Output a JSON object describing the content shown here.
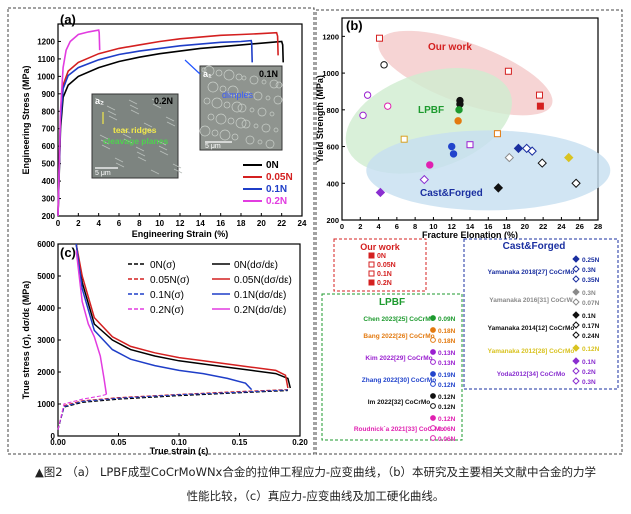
{
  "colors": {
    "c0": "#000000",
    "c005": "#d42020",
    "c01": "#1f3ec8",
    "c02": "#e23ce0",
    "workEllipse": "#f3c6c6",
    "lpbfEllipse": "#cfeccf",
    "castEllipse": "#c6def0"
  },
  "chart_data": [
    {
      "type": "line",
      "panel_label": "(a)",
      "xlabel": "Engineering Strain (%)",
      "ylabel": "Engineering Stress (MPa)",
      "xlim": [
        0,
        24
      ],
      "ylim": [
        200,
        1300
      ],
      "xticks": [
        "0",
        "2",
        "4",
        "6",
        "8",
        "10",
        "12",
        "14",
        "16",
        "18",
        "20",
        "22",
        "24"
      ],
      "yticks": [
        "200",
        "300",
        "400",
        "500",
        "600",
        "700",
        "800",
        "900",
        "1000",
        "1100",
        "1200"
      ],
      "legend": [
        "0N",
        "0.05N",
        "0.1N",
        "0.2N"
      ],
      "series": [
        {
          "name": "0N",
          "x": [
            0,
            0.25,
            0.5,
            1,
            2,
            4,
            6,
            8,
            10,
            12,
            14,
            16,
            18,
            20,
            21,
            22,
            22.1,
            22.15
          ],
          "y": [
            200,
            700,
            880,
            950,
            1000,
            1050,
            1085,
            1110,
            1130,
            1145,
            1160,
            1170,
            1180,
            1190,
            1195,
            1200,
            1180,
            1080
          ]
        },
        {
          "name": "0.05N",
          "x": [
            0,
            0.25,
            0.5,
            1,
            2,
            4,
            6,
            8,
            10,
            12,
            14,
            16,
            18,
            20,
            21.5,
            21.6,
            21.65
          ],
          "y": [
            200,
            760,
            950,
            1030,
            1080,
            1130,
            1160,
            1180,
            1200,
            1215,
            1225,
            1235,
            1240,
            1245,
            1250,
            1230,
            1120
          ]
        },
        {
          "name": "0.1N",
          "x": [
            0,
            0.25,
            0.5,
            1,
            2,
            4,
            6,
            8,
            10,
            12,
            14,
            16,
            18,
            19,
            19.05,
            19.1
          ],
          "y": [
            200,
            740,
            930,
            1005,
            1050,
            1095,
            1125,
            1145,
            1160,
            1175,
            1185,
            1195,
            1200,
            1205,
            1190,
            1080
          ]
        },
        {
          "name": "0.2N",
          "x": [
            0,
            0.25,
            0.5,
            0.8,
            1.2,
            2,
            3,
            4,
            4.05,
            4.1
          ],
          "y": [
            200,
            800,
            1050,
            1150,
            1200,
            1240,
            1255,
            1265,
            1250,
            1150
          ]
        }
      ],
      "inset_a1": {
        "label": "a₁",
        "load": "0.1N",
        "text": "dimples"
      },
      "inset_a2": {
        "label": "a₂",
        "load": "0.2N",
        "text1": "tear ridges",
        "text2": "cleavage planes",
        "scale": "5 μm"
      },
      "inset_a1_scale": "5 μm"
    },
    {
      "type": "scatter",
      "panel_label": "(b)",
      "xlabel": "Fracture Elonation (%)",
      "ylabel": "Yield Strength (MPa)",
      "xlim": [
        0,
        28
      ],
      "ylim": [
        200,
        1300
      ],
      "xticks": [
        "0",
        "2",
        "4",
        "6",
        "8",
        "10",
        "12",
        "14",
        "16",
        "18",
        "20",
        "22",
        "24",
        "26",
        "28"
      ],
      "yticks": [
        "200",
        "400",
        "600",
        "800",
        "1000",
        "1200"
      ],
      "region_labels": [
        "Our work",
        "LPBF",
        "Cast&Forged"
      ],
      "series": [
        {
          "name": "Our work",
          "color": "#d42020",
          "points": [
            [
              4.1,
              1190
            ],
            [
              18.2,
              1010
            ],
            [
              21.6,
              880
            ],
            [
              21.7,
              820
            ]
          ]
        },
        {
          "name": "LPBF",
          "points": [
            [
              4.6,
              1045
            ],
            [
              12.9,
              850
            ],
            [
              12.9,
              830
            ],
            [
              12.8,
              800
            ],
            [
              12.7,
              740
            ],
            [
              17.0,
              670
            ],
            [
              14.0,
              610
            ],
            [
              6.8,
              640
            ],
            [
              12.0,
              600
            ],
            [
              12.2,
              560
            ],
            [
              2.3,
              770
            ],
            [
              2.8,
              880
            ],
            [
              9.6,
              500
            ],
            [
              5.0,
              820
            ]
          ]
        },
        {
          "name": "Cast&Forged",
          "points": [
            [
              4.2,
              350
            ],
            [
              9.0,
              420
            ],
            [
              17.1,
              375
            ],
            [
              21.9,
              510
            ],
            [
              19.3,
              590
            ],
            [
              20.2,
              590
            ],
            [
              18.3,
              540
            ],
            [
              20.8,
              575
            ],
            [
              24.8,
              540
            ],
            [
              25.6,
              400
            ]
          ]
        }
      ],
      "legend_our_work": {
        "title": "Our work",
        "items": [
          "0N",
          "0.05N",
          "0.1N",
          "0.2N"
        ]
      },
      "legend_lpbf": {
        "title": "LPBF",
        "rows": [
          {
            "ref": "Chen 2023[25] CoCrMo",
            "color": "#1d9a2e",
            "loads": [
              "0.09N"
            ]
          },
          {
            "ref": "Bang 2022[26] CoCrMo",
            "color": "#e37a10",
            "loads": [
              "0.18N",
              "0.18N"
            ]
          },
          {
            "ref": "Kim 2022[29] CoCrMo",
            "color": "#9a1fd0",
            "loads": [
              "0.13N",
              "0.13N"
            ]
          },
          {
            "ref": "Zhang 2022[30] CoCrMo",
            "color": "#2244cc",
            "loads": [
              "0.19N",
              "0.12N"
            ]
          },
          {
            "ref": "Im 2022[32] CoCrMo",
            "color": "#111111",
            "loads": [
              "0.12N",
              "0.12N"
            ]
          },
          {
            "ref": "Roudnick`a 2021[33] CoCrMo",
            "color": "#e020b0",
            "loads": [
              "0.12N",
              "0.06N",
              "0.06N"
            ]
          }
        ]
      },
      "legend_cast": {
        "title": "Cast&Forged",
        "rows": [
          {
            "ref": "Yamanaka 2018[27] CoCrMo",
            "color": "#1a2fa0",
            "loads": [
              "0.25N",
              "0.3N",
              "0.35N"
            ]
          },
          {
            "ref": "Yamanaka 2016[31] CoCrW",
            "color": "#8a8a8a",
            "loads": [
              "0.3N",
              "0.07N"
            ]
          },
          {
            "ref": "Yamanaka 2014[12] CoCrMo",
            "color": "#111111",
            "loads": [
              "0.1N",
              "0.17N",
              "0.24N"
            ]
          },
          {
            "ref": "Yamanaka 2012[28] CoCrMo",
            "color": "#d9c321",
            "loads": [
              "0.12N"
            ]
          },
          {
            "ref": "Yoda2012[34] CoCrMo",
            "color": "#8a2fd0",
            "loads": [
              "0.1N",
              "0.2N",
              "0.3N"
            ]
          }
        ]
      }
    },
    {
      "type": "line",
      "panel_label": "(c)",
      "xlabel": "True strain (ε)",
      "ylabel": "True stress (σ), dσ/dε (MPa)",
      "xlim": [
        0,
        0.2
      ],
      "ylim": [
        0,
        6000
      ],
      "xticks": [
        "0.00",
        "0.05",
        "0.10",
        "0.15",
        "0.20"
      ],
      "yticks": [
        "0",
        "1000",
        "2000",
        "3000",
        "4000",
        "5000",
        "6000"
      ],
      "legend": [
        "0N(σ)",
        "0N(dσ/dε)",
        "0.05N(σ)",
        "0.05N(dσ/dε)",
        "0.1N(σ)",
        "0.1N(dσ/dε)",
        "0.2N(σ)",
        "0.2N(dσ/dε)"
      ],
      "series": [
        {
          "name": "0N(σ)",
          "dashed": true,
          "x": [
            0,
            0.005,
            0.02,
            0.05,
            0.1,
            0.15,
            0.19
          ],
          "y": [
            200,
            900,
            1050,
            1150,
            1260,
            1350,
            1420
          ]
        },
        {
          "name": "0.05N(σ)",
          "dashed": true,
          "x": [
            0,
            0.005,
            0.02,
            0.05,
            0.1,
            0.15,
            0.19
          ],
          "y": [
            200,
            950,
            1100,
            1200,
            1300,
            1390,
            1450
          ]
        },
        {
          "name": "0.1N(σ)",
          "dashed": true,
          "x": [
            0,
            0.005,
            0.02,
            0.05,
            0.1,
            0.15,
            0.19
          ],
          "y": [
            200,
            920,
            1080,
            1180,
            1290,
            1370,
            1440
          ]
        },
        {
          "name": "0.2N(σ)",
          "dashed": true,
          "x": [
            0,
            0.005,
            0.02,
            0.035,
            0.04
          ],
          "y": [
            200,
            1000,
            1150,
            1250,
            1300
          ]
        },
        {
          "name": "0N(dσ/dε)",
          "x": [
            0.015,
            0.02,
            0.03,
            0.045,
            0.06,
            0.08,
            0.1,
            0.12,
            0.14,
            0.16,
            0.18,
            0.19,
            0.192
          ],
          "y": [
            6000,
            4800,
            3500,
            3000,
            2700,
            2500,
            2350,
            2250,
            2150,
            2050,
            1950,
            1800,
            1500
          ]
        },
        {
          "name": "0.05N(dσ/dε)",
          "x": [
            0.015,
            0.02,
            0.03,
            0.045,
            0.06,
            0.08,
            0.1,
            0.12,
            0.14,
            0.16,
            0.18,
            0.188,
            0.19
          ],
          "y": [
            6000,
            5000,
            3700,
            3100,
            2800,
            2600,
            2450,
            2350,
            2250,
            2150,
            2050,
            1900,
            1500
          ]
        },
        {
          "name": "0.1N(dσ/dε)",
          "x": [
            0.015,
            0.02,
            0.03,
            0.045,
            0.06,
            0.08,
            0.1,
            0.12,
            0.14,
            0.155,
            0.16
          ],
          "y": [
            6000,
            4600,
            3300,
            2700,
            2400,
            2200,
            2050,
            1950,
            1800,
            1650,
            1450
          ]
        },
        {
          "name": "0.2N(dσ/dε)",
          "x": [
            0.015,
            0.02,
            0.025,
            0.03,
            0.035,
            0.038,
            0.04
          ],
          "y": [
            5800,
            4200,
            3500,
            3100,
            2500,
            1800,
            1300
          ]
        }
      ]
    }
  ],
  "caption_line1": "▲图2 （a） LPBF成型CoCrMoWNx合金的拉伸工程应力-应变曲线，（b）本研究及主要相关文献中合金的力学",
  "caption_line2": "性能比较，（c）真应力-应变曲线及加工硬化曲线。"
}
